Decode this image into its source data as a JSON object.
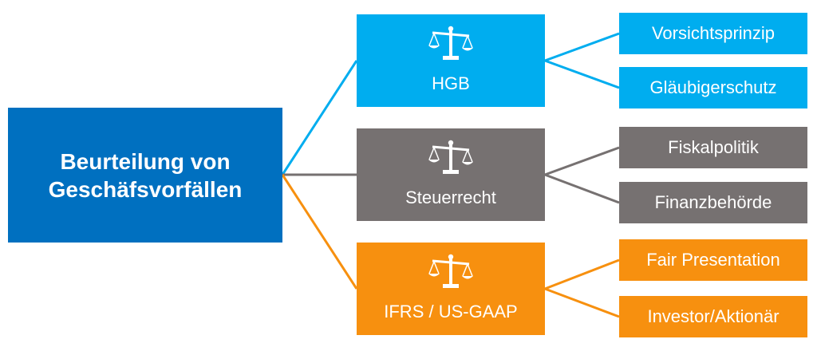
{
  "root": {
    "line1": "Beurteilung von",
    "line2": "Geschäfsvorfällen",
    "color": "#0070c0"
  },
  "branches": [
    {
      "label": "HGB",
      "color": "#00adef",
      "icon": "scale-icon",
      "leaves": [
        "Vorsichtsprinzip",
        "Gläubigerschutz"
      ]
    },
    {
      "label": "Steuerrecht",
      "color": "#767171",
      "icon": "scale-icon",
      "leaves": [
        "Fiskalpolitik",
        "Finanzbehörde"
      ]
    },
    {
      "label": "IFRS / US-GAAP",
      "color": "#f7900f",
      "icon": "scale-icon",
      "leaves": [
        "Fair Presentation",
        "Investor/Aktionär"
      ]
    }
  ]
}
